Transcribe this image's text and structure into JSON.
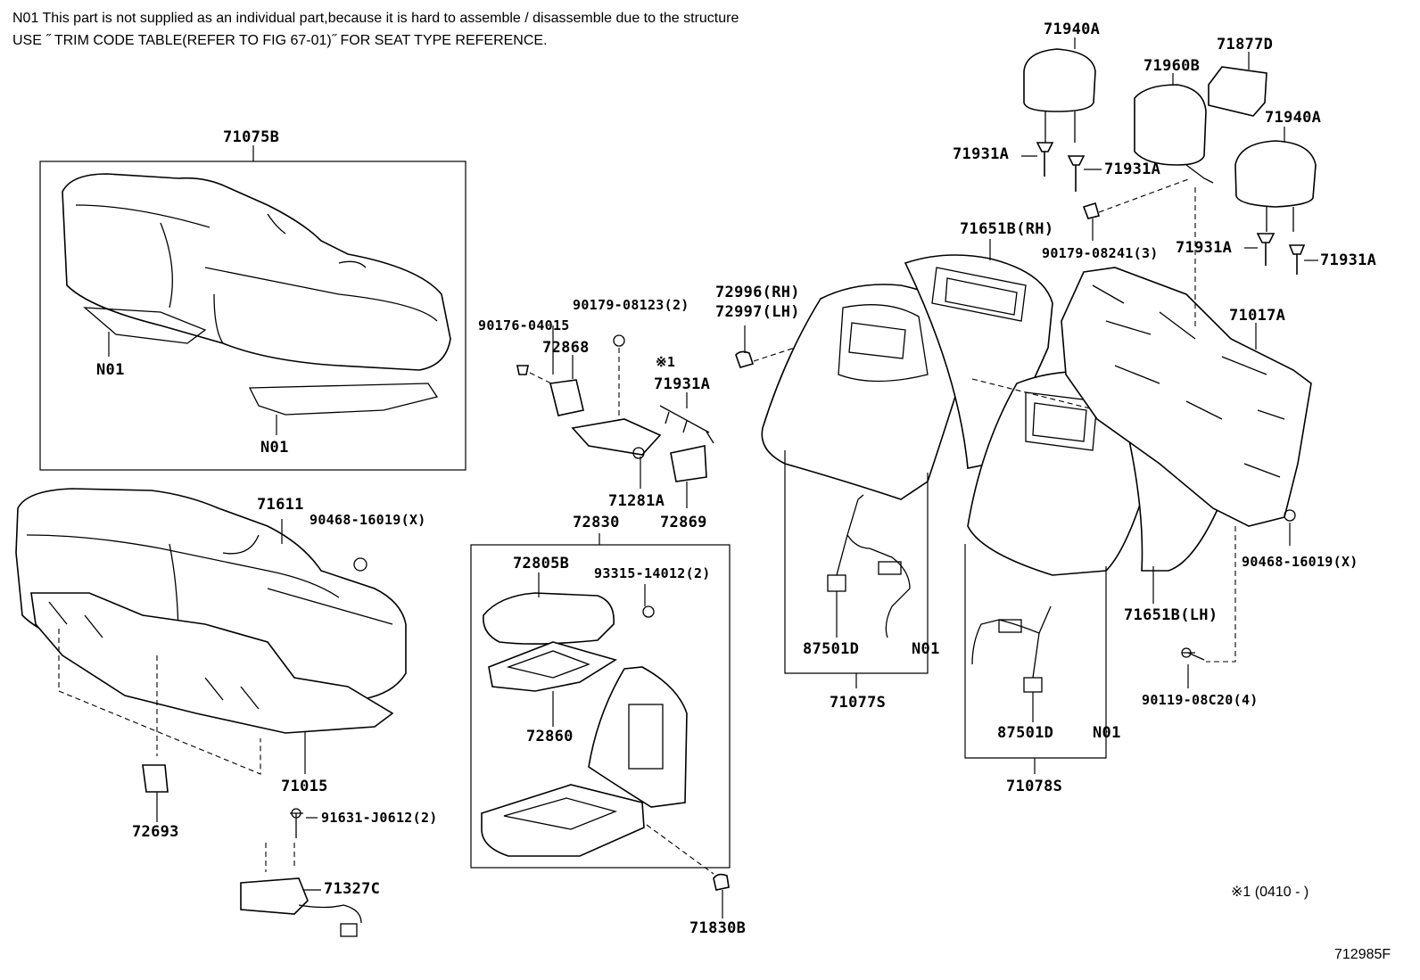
{
  "notes": [
    "N01 This part is not supplied as an individual part,because it is hard to assemble / disassemble due to the structure",
    "USE ˝ TRIM CODE TABLE(REFER TO FIG 67-01)˝ FOR SEAT TYPE REFERENCE."
  ],
  "labels": {
    "p71075B": "71075B",
    "n01_a": "N01",
    "n01_b": "N01",
    "p71611": "71611",
    "p90468_a": "90468-16019(X)",
    "p71015": "71015",
    "p72693": "72693",
    "p91631": "91631-J0612(2)",
    "p71327C": "71327C",
    "p90176": "90176-04015",
    "p90179_8123": "90179-08123(2)",
    "p72868": "72868",
    "mark1": "※1",
    "p71931A_mid": "71931A",
    "p71281A": "71281A",
    "p72869": "72869",
    "p72830": "72830",
    "p72805B": "72805B",
    "p93315": "93315-14012(2)",
    "p72860": "72860",
    "p71830B": "71830B",
    "p72996": "72996(RH)",
    "p72997": "72997(LH)",
    "p71940A_a": "71940A",
    "p71877D": "71877D",
    "p71960B": "71960B",
    "p71940A_b": "71940A",
    "p71931A_1": "71931A",
    "p71931A_2": "71931A",
    "p71651B_RH": "71651B(RH)",
    "p90179_8241": "90179-08241(3)",
    "p71931A_3": "71931A",
    "p71931A_4": "71931A",
    "p71017A": "71017A",
    "p90468_b": "90468-16019(X)",
    "p71651B_LH": "71651B(LH)",
    "p90119": "90119-08C20(4)",
    "p87501D_a": "87501D",
    "n01_c": "N01",
    "p71077S": "71077S",
    "p87501D_b": "87501D",
    "n01_d": "N01",
    "p71078S": "71078S"
  },
  "footer": {
    "range_note": "※1 (0410 -        )",
    "figure_code": "712985F"
  }
}
